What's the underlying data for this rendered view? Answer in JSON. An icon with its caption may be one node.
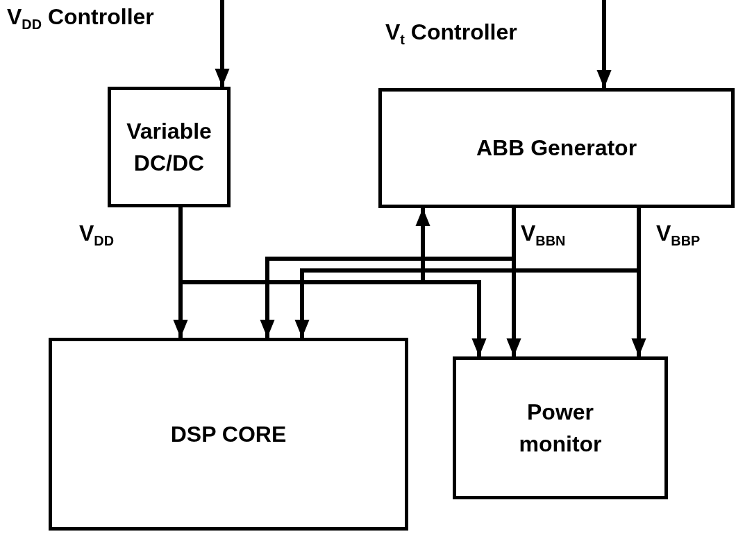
{
  "diagram": {
    "nodes": [
      {
        "text": [
          "Variable DC/DC"
        ]
      },
      {
        "text": [
          "ABB Generator"
        ]
      },
      {
        "text": [
          "DSP CORE"
        ]
      },
      {
        "text": [
          "Power monitor"
        ]
      }
    ],
    "edges": [
      {
        "from": null,
        "to": 0,
        "arrow": "to"
      },
      {
        "from": null,
        "to": 1,
        "arrow": "to"
      },
      {
        "from": 0,
        "to": 2,
        "arrow": "to",
        "label": "V$_{DD}$"
      },
      {
        "from": 0,
        "to": 3,
        "arrow": "to"
      },
      {
        "from": 0,
        "to": 1,
        "arrow": "to"
      },
      {
        "from": 1,
        "to": 3,
        "arrow": "to",
        "label": "V$_{BBN}$"
      },
      {
        "from": 1,
        "to": 2,
        "arrow": "to"
      },
      {
        "from": 1,
        "to": 3,
        "arrow": "to",
        "label": "V$_{BBP}$"
      },
      {
        "from": 1,
        "to": 2,
        "arrow": "to"
      }
    ],
    "labels": [
      "V$_{DD}$ Controller",
      "V$_{t}$ Controller"
    ]
  }
}
